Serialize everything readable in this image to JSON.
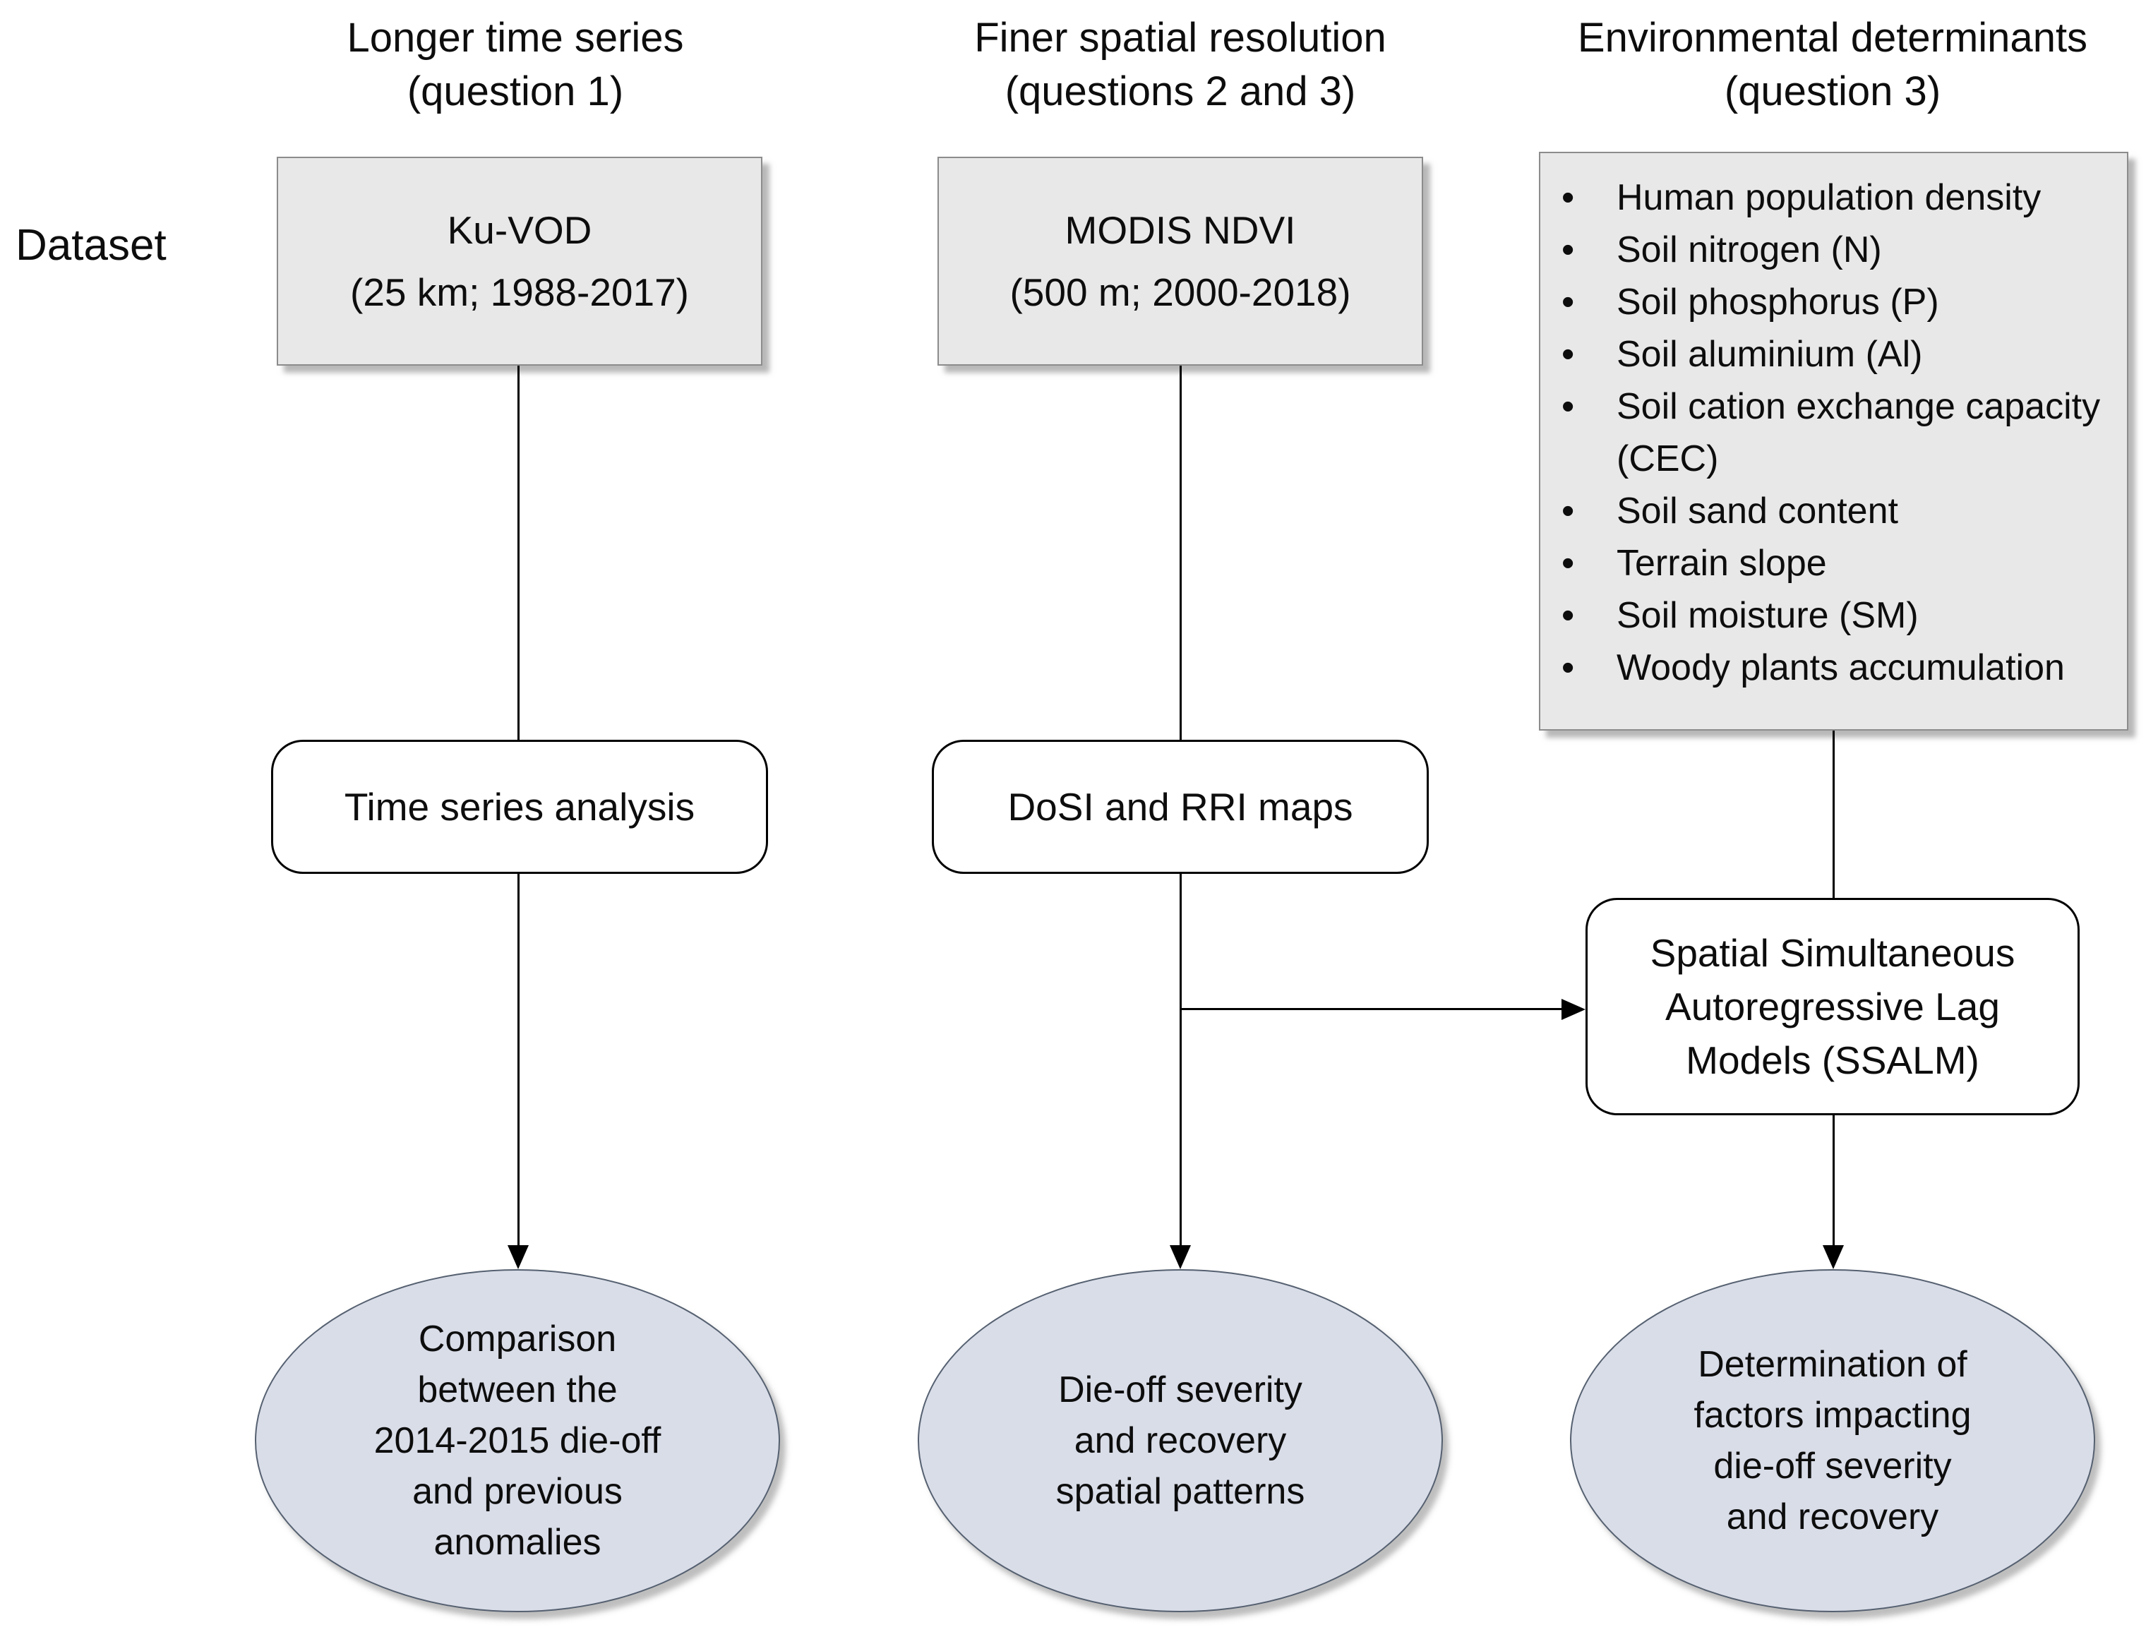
{
  "diagram": {
    "row_label": "Dataset",
    "columns": [
      {
        "header": "Longer time series\n(question 1)",
        "dataset_box": "Ku-VOD\n(25 km; 1988-2017)",
        "process_box": "Time series analysis",
        "outcome_ellipse": "Comparison\nbetween the\n2014-2015 die-off\nand previous\nanomalies"
      },
      {
        "header": "Finer spatial resolution\n(questions 2 and 3)",
        "dataset_box": "MODIS NDVI\n(500 m; 2000-2018)",
        "process_box": "DoSI and RRI maps",
        "outcome_ellipse": "Die-off severity\nand recovery\nspatial patterns"
      },
      {
        "header": "Environmental determinants\n(question 3)",
        "dataset_items": [
          "Human population density",
          "Soil nitrogen (N)",
          "Soil phosphorus (P)",
          "Soil aluminium (Al)",
          "Soil cation exchange capacity (CEC)",
          "Soil sand content",
          "Terrain slope",
          "Soil moisture (SM)",
          "Woody plants accumulation"
        ],
        "process_box": "Spatial Simultaneous\nAutoregressive Lag\nModels (SSALM)",
        "outcome_ellipse": "Determination of\nfactors impacting\ndie-off severity\nand recovery"
      }
    ],
    "colors": {
      "dataset_box_fill": "#e8e8e8",
      "dataset_box_border": "#8c8c8c",
      "process_box_fill": "#ffffff",
      "process_box_border": "#000000",
      "ellipse_fill": "#d9dde8",
      "ellipse_border": "#556070",
      "connector": "#000000",
      "background": "#ffffff",
      "text": "#0d0d0d"
    }
  }
}
